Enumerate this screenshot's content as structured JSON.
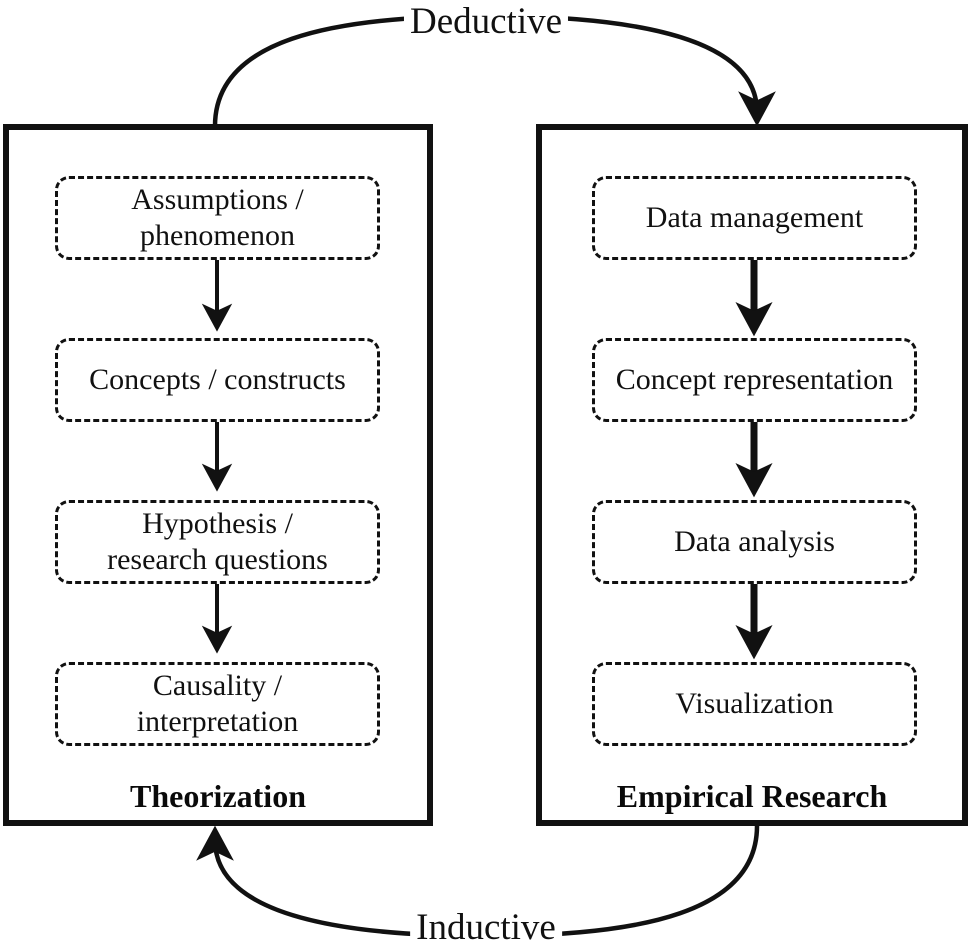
{
  "diagram": {
    "title_deductive": "Deductive",
    "title_inductive": "Inductive",
    "colors": {
      "stroke": "#111111",
      "background": "#ffffff",
      "text": "#0d0d0d"
    },
    "columns": [
      {
        "id": "theorization",
        "title": "Theorization",
        "stages": [
          {
            "label": "Assumptions /\nphenomenon"
          },
          {
            "label": "Concepts / constructs"
          },
          {
            "label": "Hypothesis /\nresearch questions"
          },
          {
            "label": "Causality /\ninterpretation"
          }
        ]
      },
      {
        "id": "empirical",
        "title": "Empirical Research",
        "stages": [
          {
            "label": "Data management"
          },
          {
            "label": "Concept representation"
          },
          {
            "label": "Data analysis"
          },
          {
            "label": "Visualization"
          }
        ]
      }
    ],
    "cycle_arrows": [
      {
        "name": "deductive-arrow",
        "label": "Deductive",
        "from": "Theorization",
        "to": "Empirical Research",
        "direction": "left-to-right"
      },
      {
        "name": "inductive-arrow",
        "label": "Inductive",
        "from": "Empirical Research",
        "to": "Theorization",
        "direction": "right-to-left"
      }
    ]
  }
}
